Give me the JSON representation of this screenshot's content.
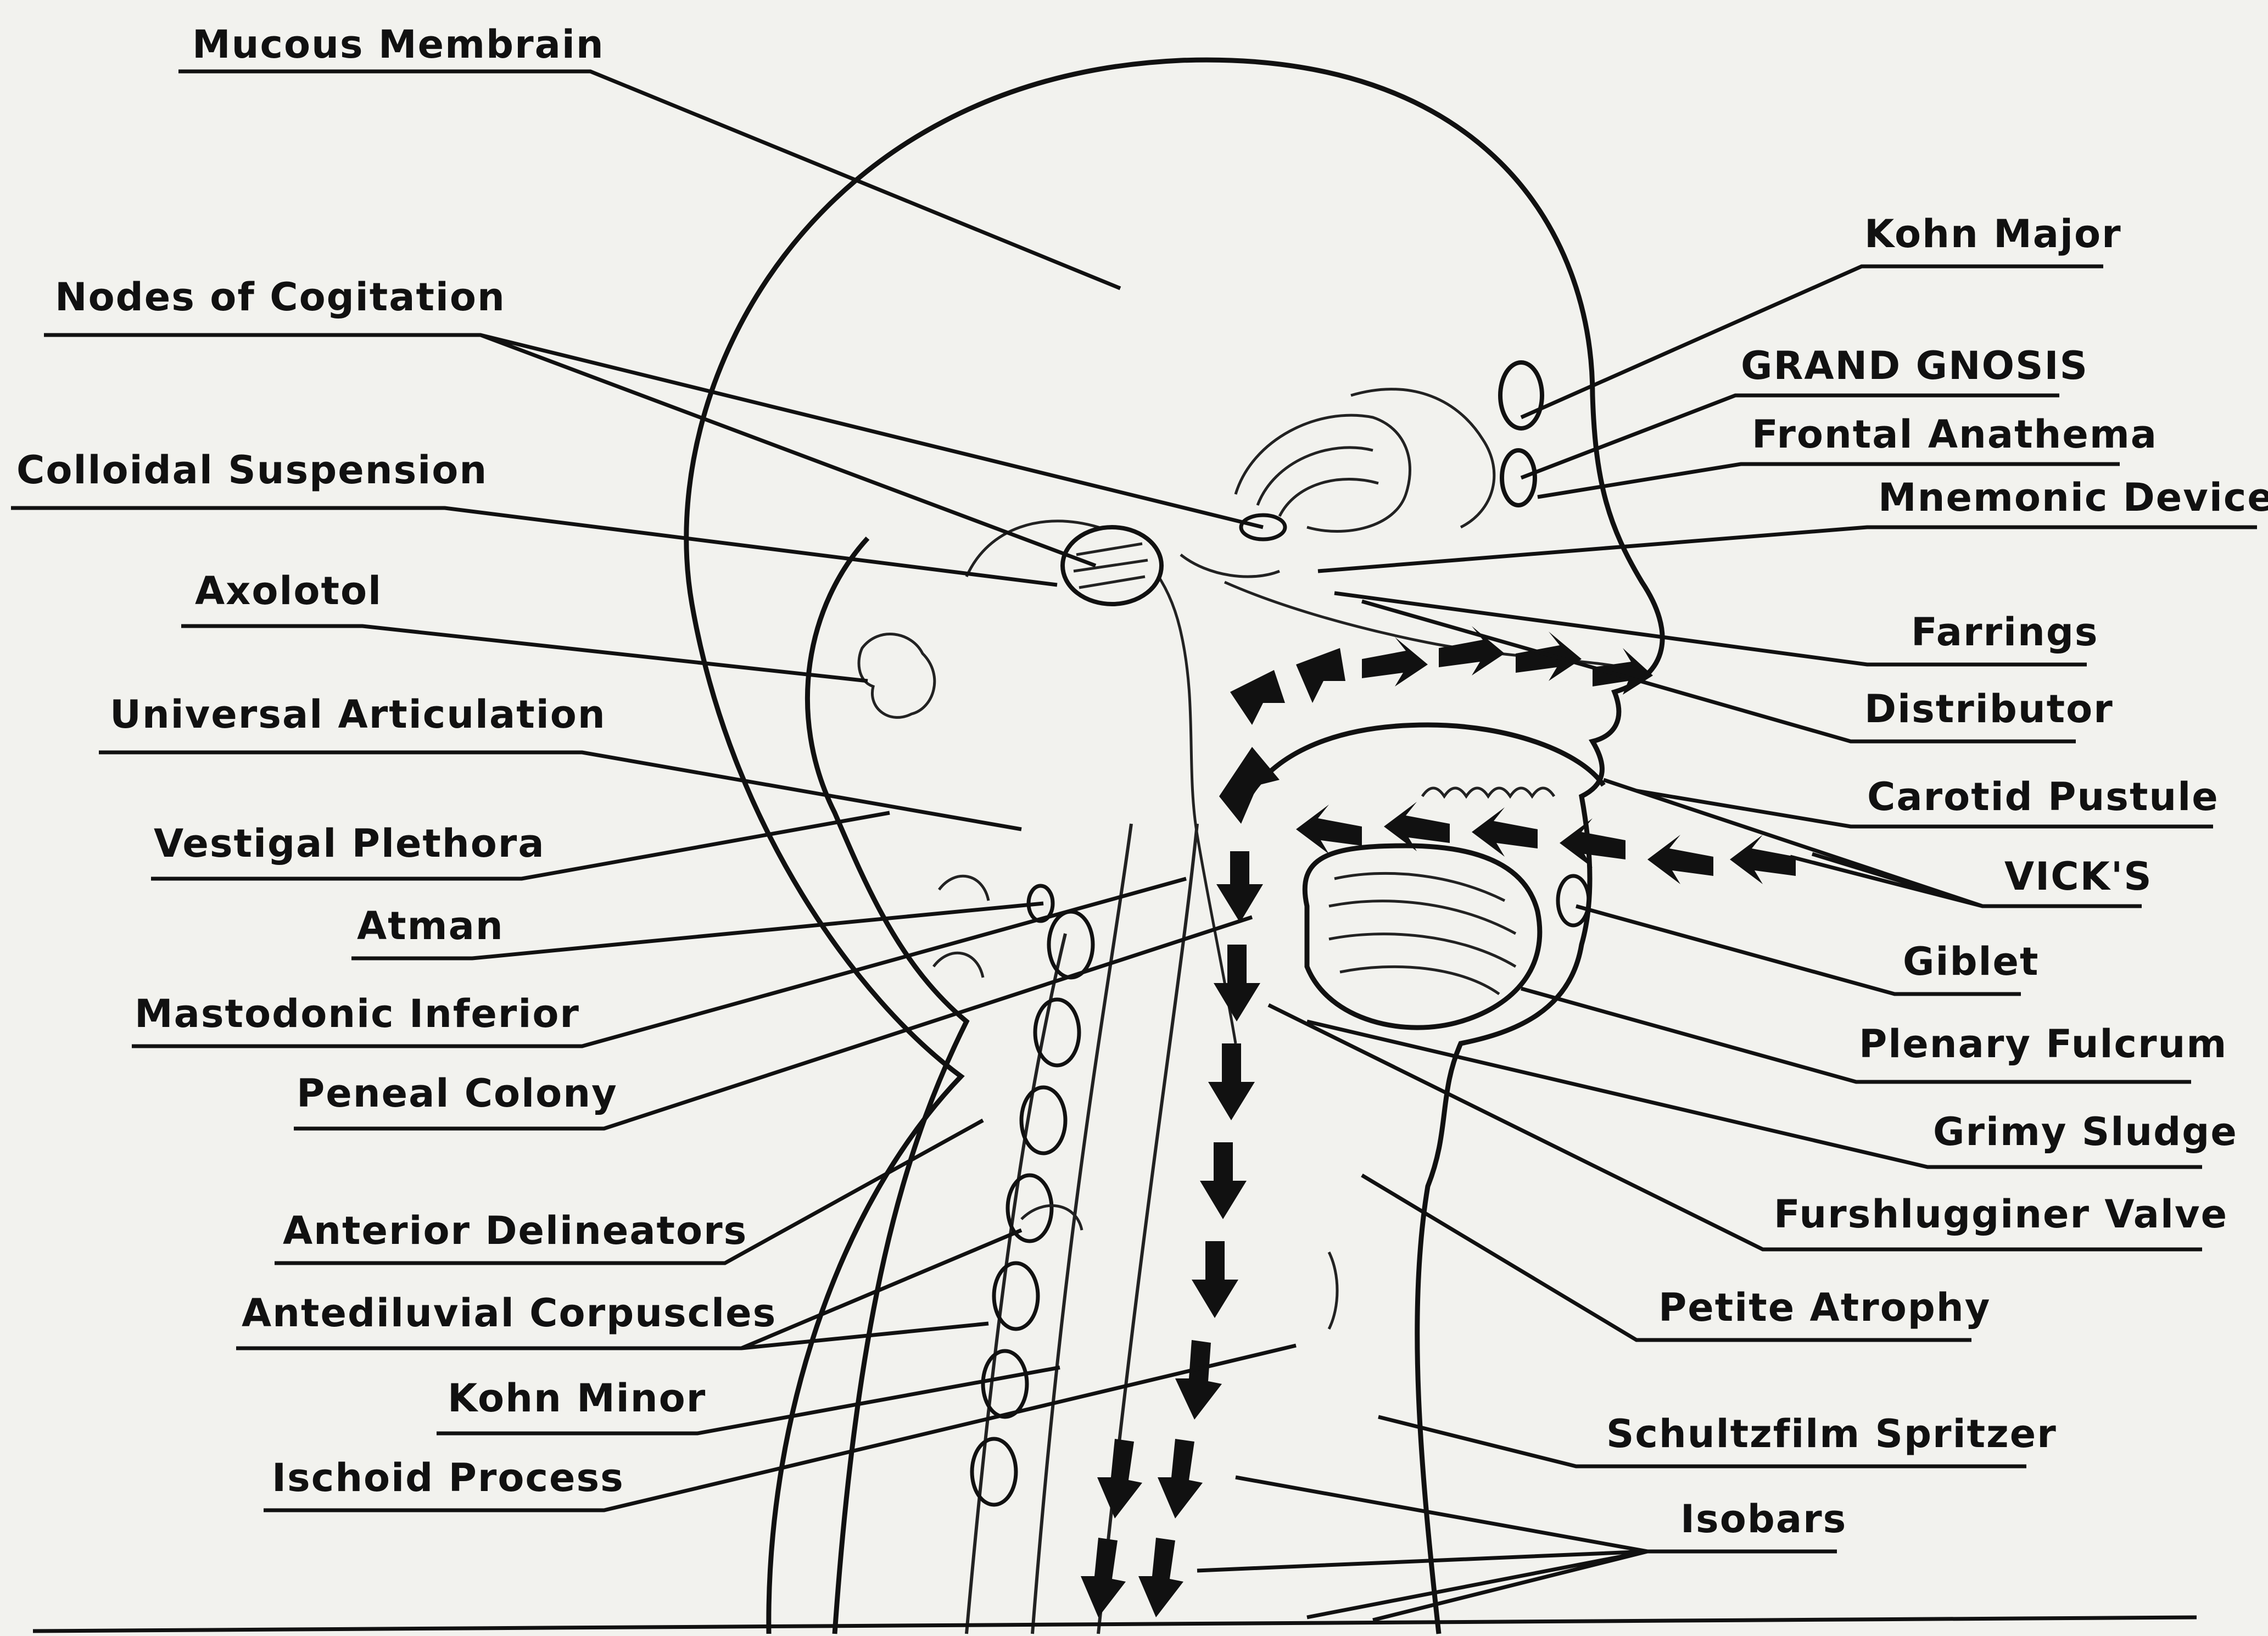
{
  "labels": {
    "mucous_membrain": "Mucous Membrain",
    "nodes_of_cogitation": "Nodes of Cogitation",
    "colloidal_suspension": "Colloidal Suspension",
    "axolotol": "Axolotol",
    "universal_articulation": "Universal Articulation",
    "vestigal_plethora": "Vestigal Plethora",
    "atman": "Atman",
    "mastodonic_inferior": "Mastodonic Inferior",
    "peneal_colony": "Peneal Colony",
    "anterior_delineators": "Anterior Delineators",
    "antediluvial_corpuscles": "Antediluvial Corpuscles",
    "kohn_minor": "Kohn Minor",
    "ischoid_process": "Ischoid Process",
    "kohn_major": "Kohn Major",
    "grand_gnosis": "GRAND GNOSIS",
    "frontal_anathema": "Frontal Anathema",
    "mnemonic_device": "Mnemonic Device",
    "farrings": "Farrings",
    "distributor": "Distributor",
    "carotid_pustule": "Carotid Pustule",
    "vicks": "VICK'S",
    "giblet": "Giblet",
    "plenary_fulcrum": "Plenary Fulcrum",
    "grimy_sludge": "Grimy Sludge",
    "furshlugginer_valve": "Furshlugginer Valve",
    "petite_atrophy": "Petite Atrophy",
    "schultzfilm_spritzer": "Schultzfilm Spritzer",
    "isobars": "Isobars"
  }
}
